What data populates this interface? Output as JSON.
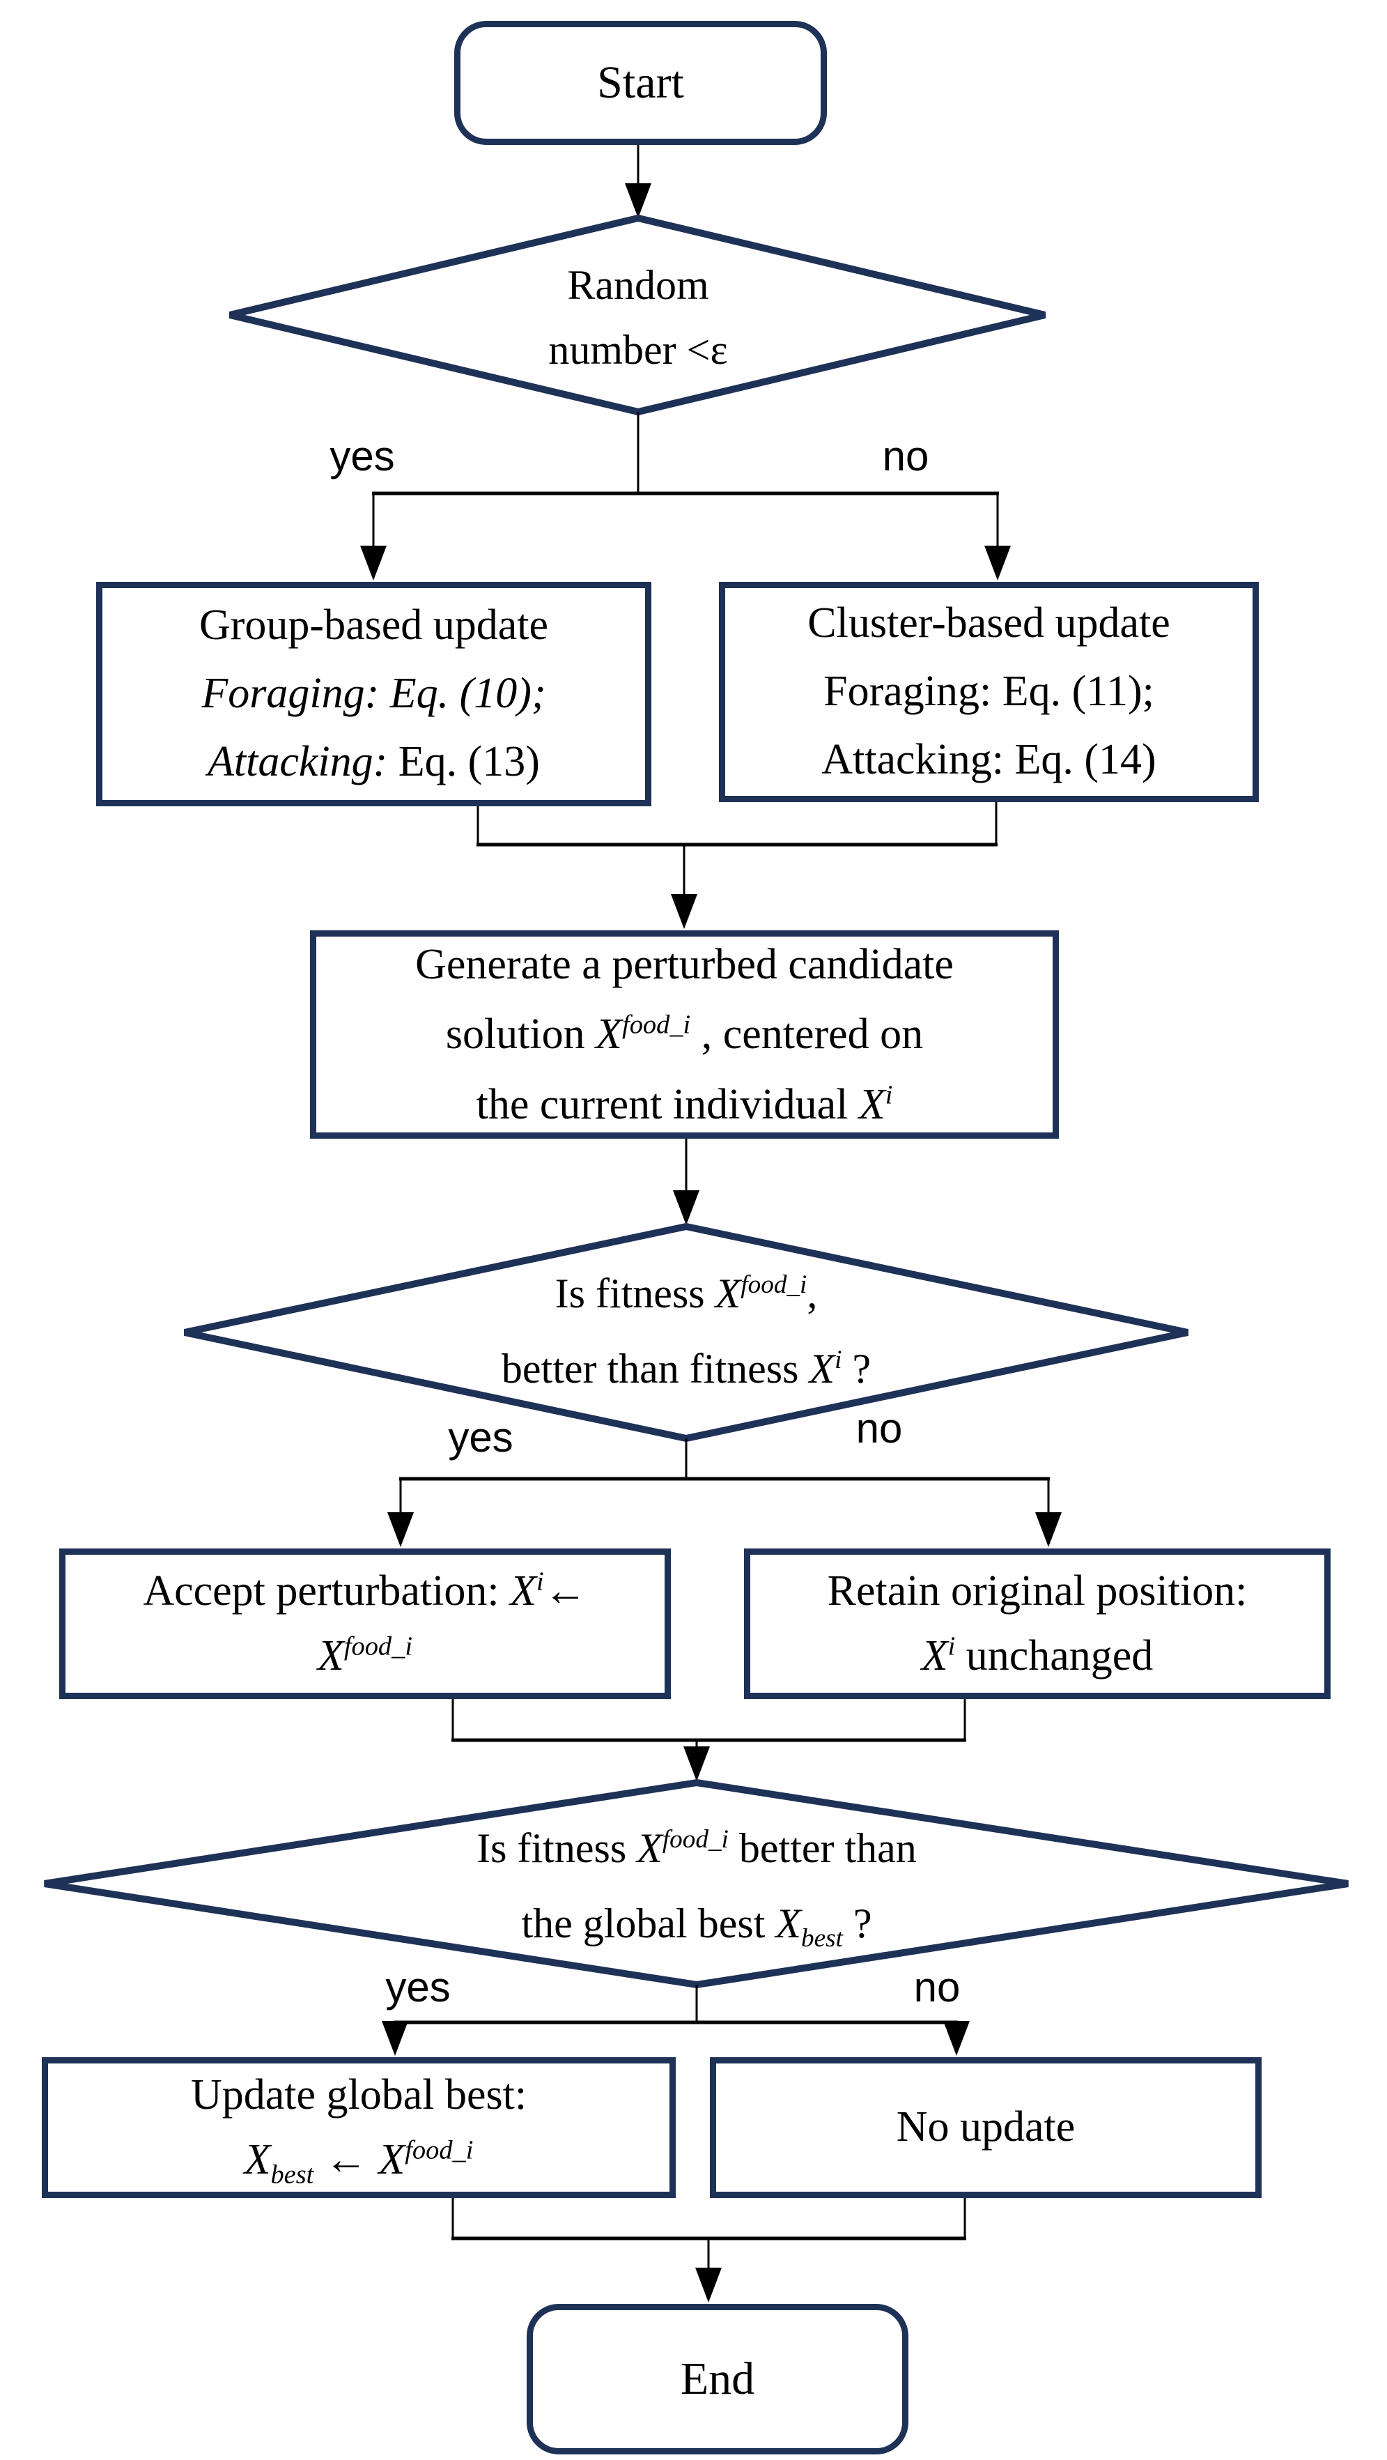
{
  "colors": {
    "shape_border": "#1e3157",
    "connector": "#000000",
    "text": "#000000",
    "background": "#ffffff"
  },
  "symbols": {
    "x": "X",
    "sup_food_i": "food_i",
    "sup_i": "i",
    "sub_best": "best",
    "left_arrow": "←"
  },
  "flowchart": {
    "labels": {
      "yes": "yes",
      "no": "no"
    },
    "start": {
      "label": "Start"
    },
    "decision_random": {
      "line1": "Random",
      "line2": "number <ε"
    },
    "group_update": {
      "line1": "Group-based update",
      "line2_italic": "Foraging: Eq. (10);",
      "line3_italic": "Attacking:",
      "line3_regular": " Eq. (13)"
    },
    "cluster_update": {
      "line1": "Cluster-based update",
      "line2": "Foraging: Eq. (11);",
      "line3": "Attacking: Eq. (14)"
    },
    "generate": {
      "line1": "Generate a perturbed candidate",
      "line2_pre": "solution ",
      "line2_post": " , centered on",
      "line3_pre": "the current individual "
    },
    "decision_fitness": {
      "line1_pre": "Is fitness ",
      "line1_post": ",",
      "line2_pre": "better than fitness ",
      "line2_post": " ?"
    },
    "accept": {
      "line1_pre": "Accept perturbation: ",
      "line1_post": "←"
    },
    "retain": {
      "line1": "Retain original position:",
      "line2_post": " unchanged"
    },
    "decision_global": {
      "line1_pre": "Is fitness ",
      "line1_post": " better than",
      "line2_pre": "the global best ",
      "line2_post": " ?"
    },
    "update_best": {
      "line1": "Update global best:",
      "line2_sep": " ← "
    },
    "no_update": {
      "label": "No update"
    },
    "end": {
      "label": "End"
    }
  }
}
